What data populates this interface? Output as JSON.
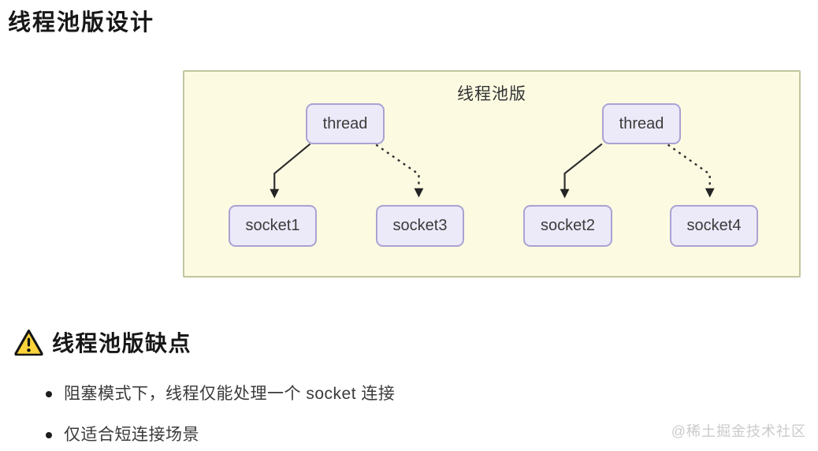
{
  "page": {
    "title": "线程池版设计"
  },
  "diagram": {
    "title": "线程池版",
    "colors": {
      "panel_background": "#fcfbe2",
      "panel_border": "#c2c5a0",
      "node_fill": "#eceaf9",
      "node_border": "#aaa2d2",
      "edge_color": "#2e2e2e"
    },
    "nodes": {
      "thread1": {
        "label": "thread"
      },
      "thread2": {
        "label": "thread"
      },
      "socket1": {
        "label": "socket1"
      },
      "socket3": {
        "label": "socket3"
      },
      "socket2": {
        "label": "socket2"
      },
      "socket4": {
        "label": "socket4"
      }
    },
    "edges": [
      {
        "from": "thread1",
        "to": "socket1",
        "style": "solid"
      },
      {
        "from": "thread1",
        "to": "socket3",
        "style": "dashed"
      },
      {
        "from": "thread2",
        "to": "socket2",
        "style": "solid"
      },
      {
        "from": "thread2",
        "to": "socket4",
        "style": "dashed"
      }
    ]
  },
  "warning": {
    "icon": "warning-triangle-icon",
    "icon_color": "#ffd43b",
    "title": "线程池版缺点",
    "bullets": [
      "阻塞模式下，线程仅能处理一个 socket 连接",
      "仅适合短连接场景"
    ]
  },
  "watermark": "@稀土掘金技术社区"
}
